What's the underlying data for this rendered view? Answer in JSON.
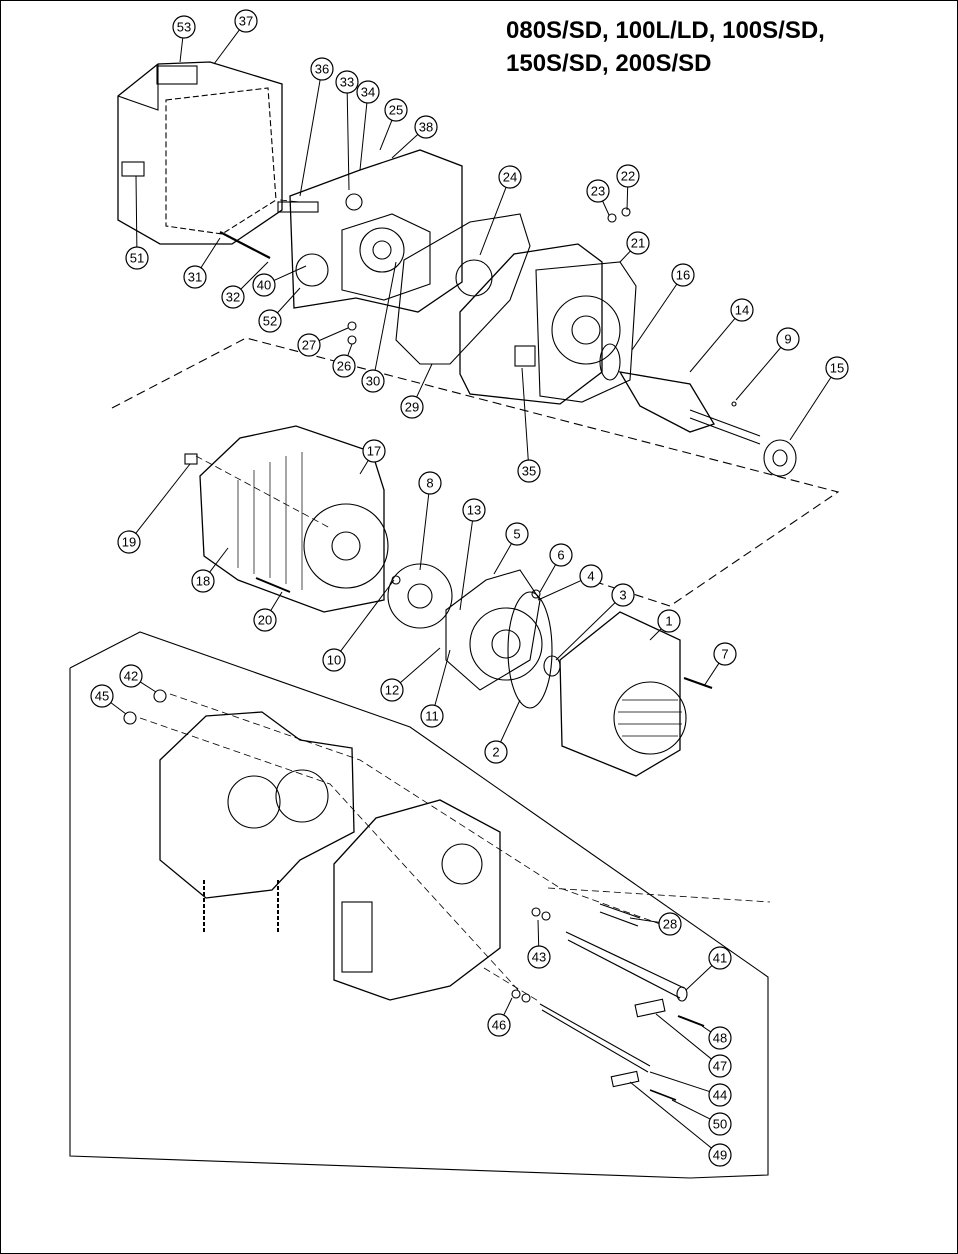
{
  "title_lines": [
    "080S/SD, 100L/LD, 100S/SD,",
    "150S/SD, 200S/SD"
  ],
  "callouts": [
    "1",
    "2",
    "3",
    "4",
    "5",
    "6",
    "7",
    "8",
    "9",
    "10",
    "11",
    "12",
    "13",
    "14",
    "15",
    "16",
    "17",
    "18",
    "19",
    "20",
    "21",
    "22",
    "23",
    "24",
    "25",
    "26",
    "27",
    "28",
    "29",
    "30",
    "31",
    "32",
    "33",
    "34",
    "35",
    "36",
    "37",
    "38",
    "40",
    "41",
    "42",
    "43",
    "44",
    "45",
    "46",
    "47",
    "48",
    "49",
    "50",
    "51",
    "52",
    "53"
  ]
}
